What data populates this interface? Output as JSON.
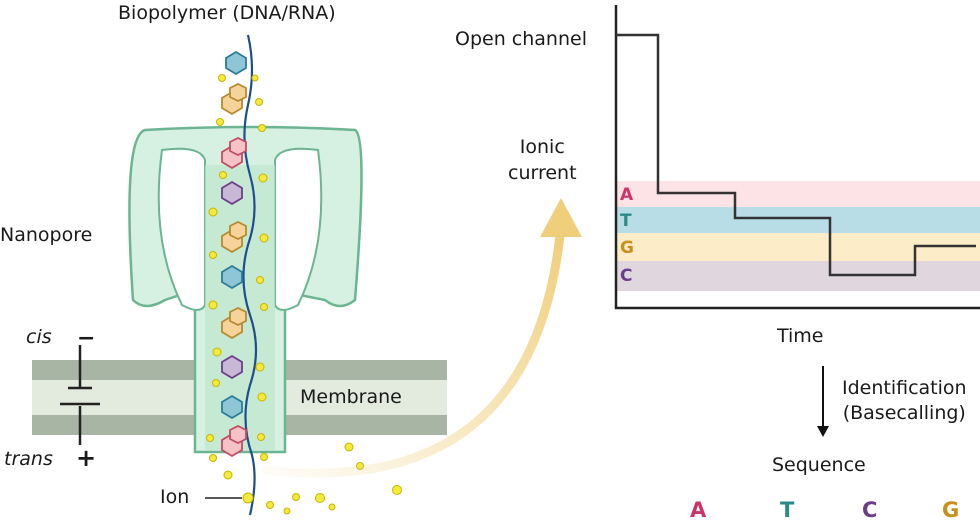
{
  "labels": {
    "biopolymer": "Biopolymer (DNA/RNA)",
    "nanopore": "Nanopore",
    "cis": "cis",
    "trans": "trans",
    "minus": "−",
    "plus": "+",
    "membrane": "Membrane",
    "ion": "Ion",
    "open_channel": "Open channel",
    "ionic_current": "Ionic\ncurrent",
    "time": "Time",
    "identification": "Identification\n(Basecalling)",
    "sequence": "Sequence"
  },
  "bases": [
    {
      "letter": "A",
      "color": "#cc3366",
      "band": "#fde3e6"
    },
    {
      "letter": "T",
      "color": "#2a8a8a",
      "band": "#b9dde6"
    },
    {
      "letter": "G",
      "color": "#c8901a",
      "band": "#fcecc8"
    },
    {
      "letter": "C",
      "color": "#6b3d8a",
      "band": "#e0d6de"
    }
  ],
  "sequence": [
    {
      "letter": "A",
      "color": "#cc3366"
    },
    {
      "letter": "T",
      "color": "#2a8a8a"
    },
    {
      "letter": "C",
      "color": "#6b3d8a"
    },
    {
      "letter": "G",
      "color": "#c8901a"
    }
  ],
  "colors": {
    "pore_fill": "#d6f0e2",
    "pore_stroke": "#6bb592",
    "membrane_dark": "#a9b5a4",
    "membrane_light": "#e3ebde",
    "strand": "#1f4f8a",
    "ion": "#f4ea3c",
    "arrow": "#f0cf7c"
  }
}
